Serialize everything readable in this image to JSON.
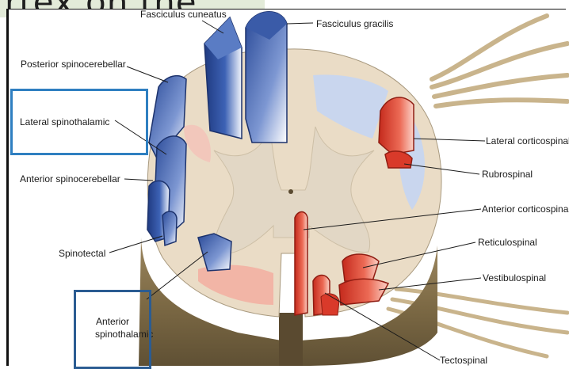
{
  "slide": {
    "title_fragment": "rtex on the"
  },
  "labels": {
    "fasciculus_cuneatus": "Fasciculus cuneatus",
    "fasciculus_gracilis": "Fasciculus gracilis",
    "posterior_spinocerebellar": "Posterior spinocerebellar",
    "lateral_spinothalamic": "Lateral spinothalamic",
    "anterior_spinocerebellar": "Anterior spinocerebellar",
    "spinotectal": "Spinotectal",
    "anterior_spinothalamic_line1": "Anterior",
    "anterior_spinothalamic_line2": "spinothalamic",
    "lateral_corticospinal": "Lateral corticospinal",
    "rubrospinal": "Rubrospinal",
    "anterior_corticospinal": "Anterior corticospinal",
    "reticulospinal": "Reticulospinal",
    "vestibulospinal": "Vestibulospinal",
    "tectospinal": "Tectospinal"
  },
  "colors": {
    "ascending_tract": "#2d4f9e",
    "ascending_tract_light": "#c9d6ee",
    "descending_tract": "#d93a2a",
    "descending_tract_light": "#f2b5a6",
    "white_matter": "#eadcc6",
    "gray_matter": "#e2dacb",
    "section_side": "#7d6a45",
    "highlight_box": "#2f7fc1"
  }
}
